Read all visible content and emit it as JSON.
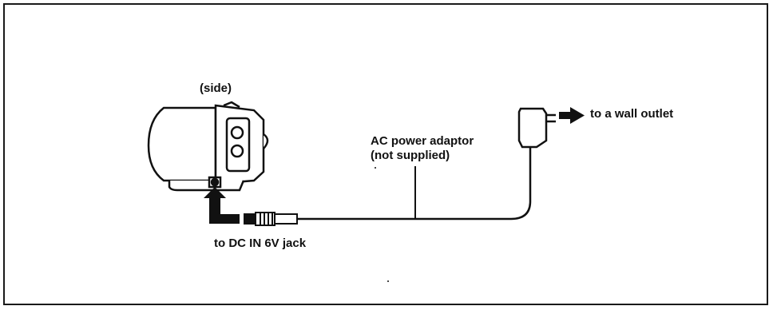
{
  "labels": {
    "side": "(side)",
    "wall_outlet": "to a wall outlet",
    "adaptor_line1": "AC power adaptor",
    "adaptor_line2": "(not supplied)",
    "dc_jack": "to DC IN 6V jack"
  },
  "colors": {
    "ink": "#111111",
    "paper": "#ffffff"
  }
}
